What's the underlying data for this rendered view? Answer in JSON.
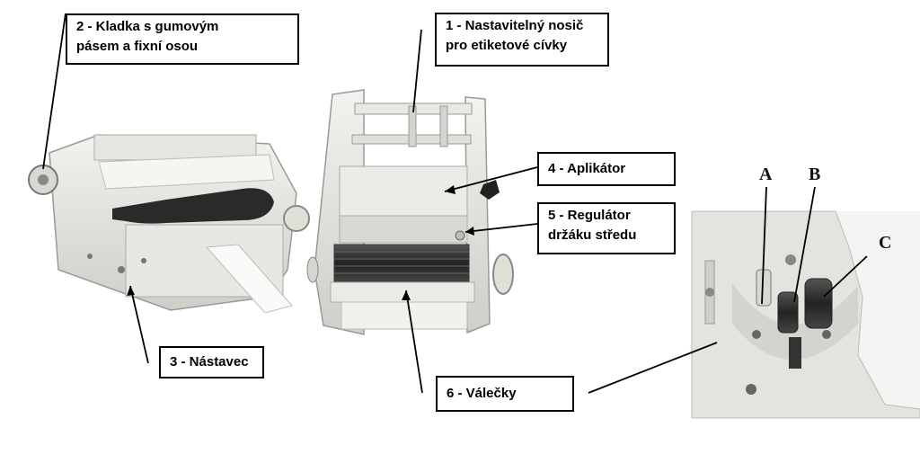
{
  "callouts": {
    "c1": {
      "line1": "1 - Nastavitelný nosič",
      "line2": "pro etiketové cívky"
    },
    "c2": {
      "line1": "2 - Kladka s gumovým",
      "line2": "pásem a fixní osou"
    },
    "c3": {
      "line1": "3 - Nástavec"
    },
    "c4": {
      "line1": "4 - Aplikátor"
    },
    "c5": {
      "line1": "5 - Regulátor",
      "line2": "držáku středu"
    },
    "c6": {
      "line1": "6 - Válečky"
    }
  },
  "detail_letters": {
    "a": "A",
    "b": "B",
    "c": "C"
  }
}
